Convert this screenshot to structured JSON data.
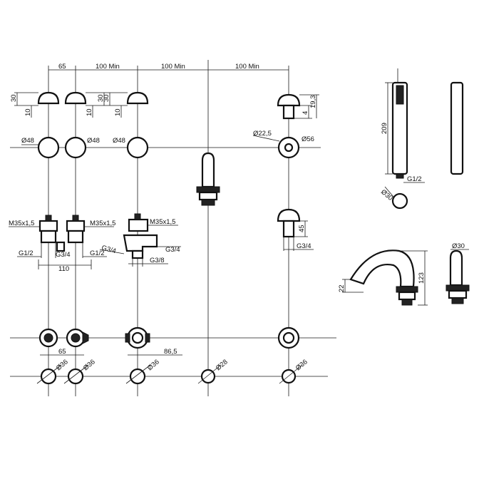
{
  "dims": {
    "top_65": "65",
    "top_100a": "100 Min",
    "top_100b": "100 Min",
    "top_100c": "100 Min",
    "h30": "30",
    "h10": "10",
    "d48": "Ø48",
    "d22": "Ø22,5",
    "d56": "Ø56",
    "h4": "4",
    "h19": "19,3",
    "m35": "M35x1,5",
    "g12": "G1/2",
    "g34": "G3/4",
    "g38": "G3/8",
    "w110": "110",
    "h45": "45",
    "w65": "65",
    "w86": "86,5",
    "d36": "Ø36",
    "d28": "Ø28",
    "h209": "209",
    "d30": "Ø30",
    "h22": "22",
    "h123": "123"
  }
}
